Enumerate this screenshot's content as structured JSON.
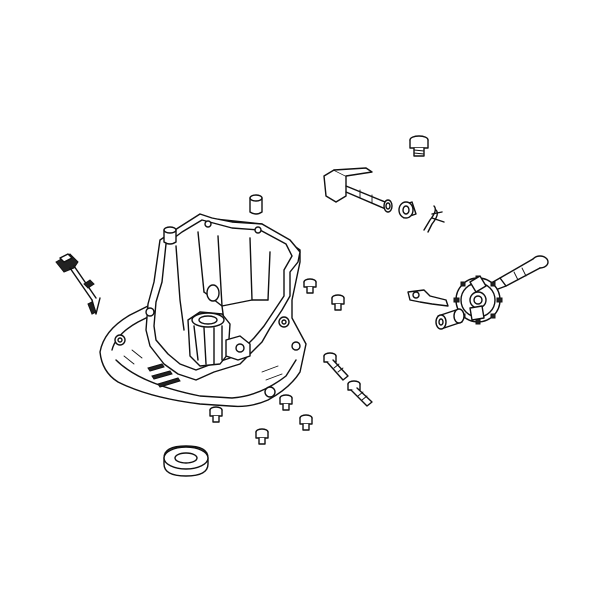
{
  "diagram": {
    "style": "exploded parts line drawing",
    "colors": {
      "line": "#111111",
      "background": "#ffffff"
    },
    "parts": [
      {
        "name": "crankcase-sump-cover"
      },
      {
        "name": "oil-dipstick"
      },
      {
        "name": "oil-seal"
      },
      {
        "name": "governor-gear-assembly"
      },
      {
        "name": "governor-shaft"
      },
      {
        "name": "governor-lever-shaft"
      },
      {
        "name": "cotter-pin"
      },
      {
        "name": "bolt"
      },
      {
        "name": "washer"
      },
      {
        "name": "dowel-pin"
      }
    ]
  }
}
